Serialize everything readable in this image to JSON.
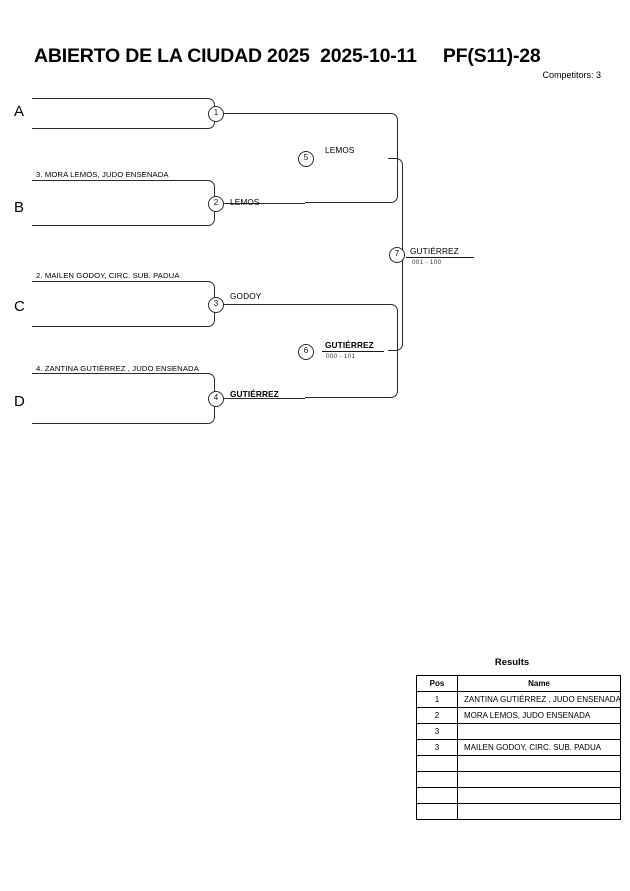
{
  "header": {
    "title": "ABIERTO DE LA CIUDAD 2025  2025-10-11     PF(S11)-28",
    "competitors": "Competitors: 3"
  },
  "bracket": {
    "seeds": [
      {
        "letter": "A",
        "entrant_top": "",
        "entrant_bottom": ""
      },
      {
        "letter": "B",
        "entrant_top": "3. MORA LEMOS, JUDO ENSENADA",
        "entrant_bottom": ""
      },
      {
        "letter": "C",
        "entrant_top": "2. MAILEN GODOY, CIRC. SUB. PADUA",
        "entrant_bottom": ""
      },
      {
        "letter": "D",
        "entrant_top": "4. ZANTINA GUTIÉRREZ , JUDO ENSENADA",
        "entrant_bottom": ""
      }
    ],
    "matches": [
      {
        "number": "1",
        "winner": "",
        "score": ""
      },
      {
        "number": "2",
        "winner": "LEMOS",
        "score": ""
      },
      {
        "number": "3",
        "winner": "GODOY",
        "score": ""
      },
      {
        "number": "4",
        "winner": "GUTIÉRREZ",
        "score": ""
      },
      {
        "number": "5",
        "winner": "LEMOS",
        "score": ""
      },
      {
        "number": "6",
        "winner": "GUTIÉRREZ",
        "score": "000 - 101"
      },
      {
        "number": "7",
        "winner": "GUTIÉRREZ",
        "score": "001 - 100"
      }
    ]
  },
  "results": {
    "title": "Results",
    "columns": [
      "Pos",
      "Name"
    ],
    "rows": [
      {
        "pos": "1",
        "name": "ZANTINA GUTIÉRREZ , JUDO ENSENADA"
      },
      {
        "pos": "2",
        "name": "MORA LEMOS, JUDO ENSENADA"
      },
      {
        "pos": "3",
        "name": ""
      },
      {
        "pos": "3",
        "name": "MAILEN GODOY, CIRC. SUB. PADUA"
      },
      {
        "pos": "",
        "name": ""
      },
      {
        "pos": "",
        "name": ""
      },
      {
        "pos": "",
        "name": ""
      },
      {
        "pos": "",
        "name": ""
      }
    ]
  }
}
